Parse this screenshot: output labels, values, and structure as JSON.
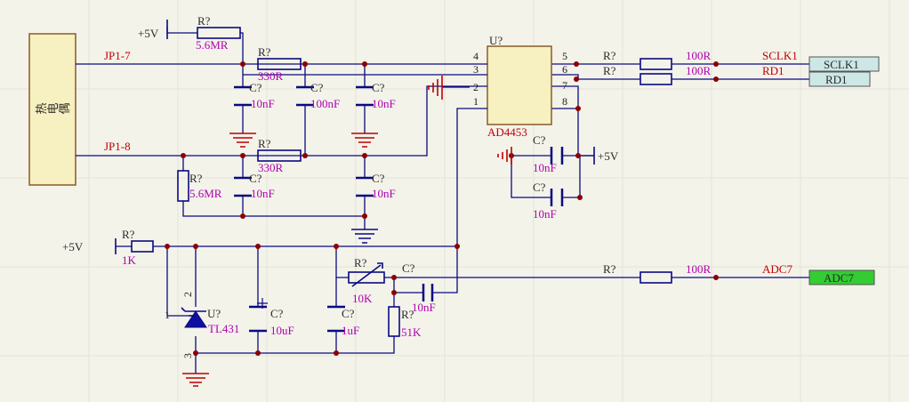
{
  "components": {
    "thermocouple": {
      "label": "热电偶"
    },
    "ic": {
      "ref": "U?",
      "part": "AD4453",
      "pins": [
        "4",
        "3",
        "2",
        "1",
        "5",
        "6",
        "7",
        "8"
      ]
    },
    "u_ref": {
      "ref": "U?",
      "part": "TL431",
      "pins": [
        "1",
        "2",
        "3"
      ]
    },
    "r_top": {
      "ref": "R?",
      "value": "5.6MR"
    },
    "r_330a": {
      "ref": "R?",
      "value": "330R"
    },
    "r_330b": {
      "ref": "R?",
      "value": "330R"
    },
    "r_5m6b": {
      "ref": "R?",
      "value": "5.6MR"
    },
    "r_1k": {
      "ref": "R?",
      "value": "1K"
    },
    "r_pot": {
      "ref": "R?",
      "value": "10K"
    },
    "r_51k": {
      "ref": "R?",
      "value": "51K"
    },
    "r_sclk": {
      "ref": "R?",
      "value": "100R"
    },
    "r_rd": {
      "ref": "R?",
      "value": "100R"
    },
    "r_adc": {
      "ref": "R?",
      "value": "100R"
    },
    "c1": {
      "ref": "C?",
      "value": "10nF"
    },
    "c2": {
      "ref": "C?",
      "value": "100nF"
    },
    "c3": {
      "ref": "C?",
      "value": "10nF"
    },
    "c4": {
      "ref": "C?",
      "value": "10nF"
    },
    "c5": {
      "ref": "C?",
      "value": "10nF"
    },
    "c6": {
      "ref": "C?",
      "value": "10nF"
    },
    "c7": {
      "ref": "C?",
      "value": "10nF"
    },
    "c_10u": {
      "ref": "C?",
      "value": "10uF"
    },
    "c_1u": {
      "ref": "C?",
      "value": "1uF"
    },
    "c_adc": {
      "ref": "C?",
      "value": "10nF"
    }
  },
  "nets": {
    "jp1_7": "JP1-7",
    "jp1_8": "JP1-8",
    "vcc": "+5V",
    "sclk": "SCLK1",
    "rd": "RD1",
    "adc": "ADC7"
  },
  "ports": {
    "sclk": "SCLK1",
    "rd": "RD1",
    "adc": "ADC7"
  },
  "colors": {
    "background": "#f3f3ea",
    "wire": "#0a0a80",
    "label": "#2a2a2a",
    "value": "#b000b0",
    "net_label": "#c00000",
    "port_fill": "#cde6e6",
    "adc_port_fill": "#33cc33",
    "connector_fill": "#f7f0c0"
  }
}
